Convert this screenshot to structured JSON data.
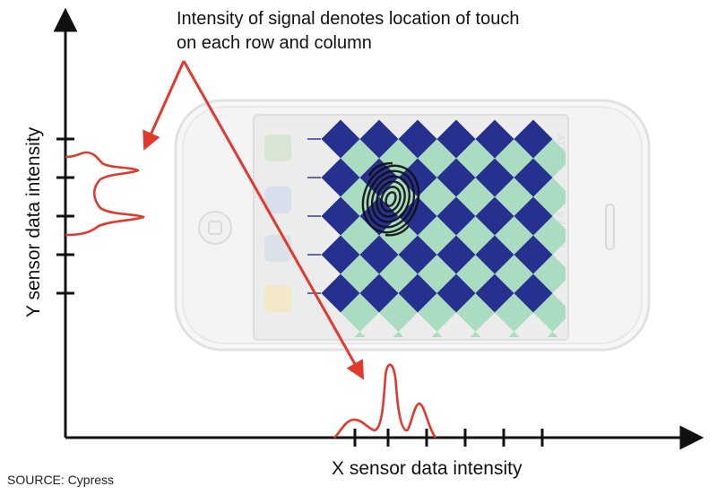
{
  "annotation": {
    "line1": "Intensity of signal denotes location of touch",
    "line2": "on each row and column"
  },
  "x_axis_label": "X sensor data intensity",
  "y_axis_label": "Y sensor data intensity",
  "source": "SOURCE: Cypress",
  "phone_status": {
    "carrier": "AT&T",
    "time": "9:41 AM"
  },
  "icons": [
    "fingerprint-icon",
    "home-button-icon"
  ],
  "colors": {
    "diamond_dark": "#26308f",
    "diamond_light": "#a9dcc0",
    "signal_red": "#e03a2f",
    "axis": "#111111",
    "phone_outline": "#d6d6d6"
  }
}
